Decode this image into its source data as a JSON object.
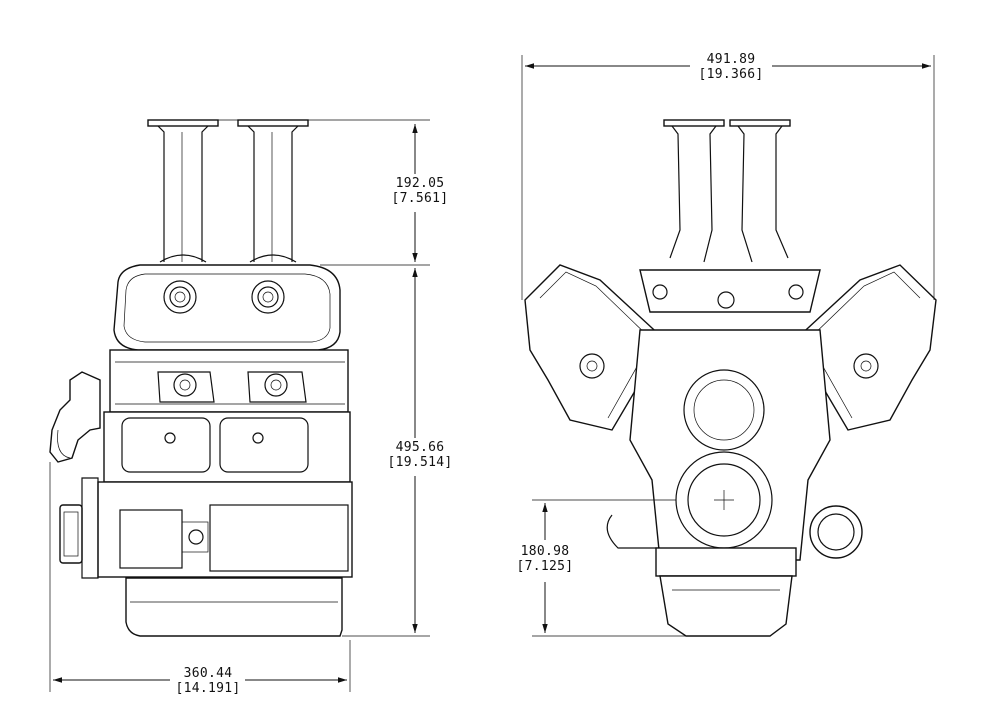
{
  "dimensions": {
    "side_view": {
      "stack_height": {
        "mm": "192.05",
        "in": "[7.561]"
      },
      "total_height": {
        "mm": "495.66",
        "in": "[19.514]"
      },
      "length": {
        "mm": "360.44",
        "in": "[14.191]"
      }
    },
    "front_view": {
      "width": {
        "mm": "491.89",
        "in": "[19.366]"
      },
      "crank_height": {
        "mm": "180.98",
        "in": "[7.125]"
      }
    }
  },
  "colors": {
    "line": "#111111",
    "background": "#ffffff"
  }
}
